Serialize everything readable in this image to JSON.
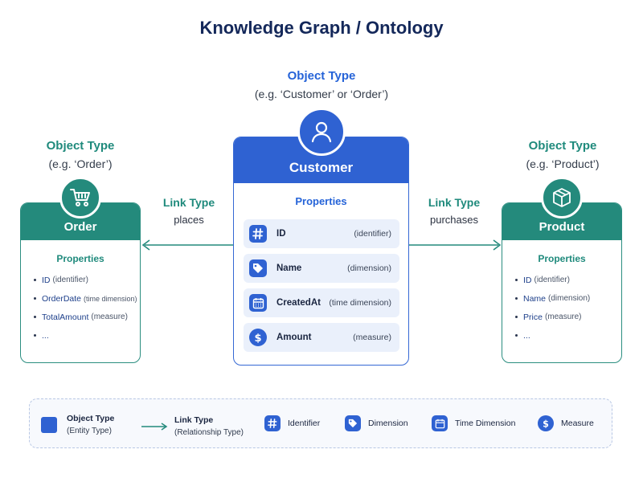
{
  "title": "Knowledge Graph / Ontology",
  "colors": {
    "blue": "#2f62d2",
    "teal": "#248a7c",
    "legend_border": "#b8c7e4"
  },
  "center": {
    "type_label": "Object Type",
    "type_example": "(e.g. ‘Customer’ or ‘Order’)",
    "name": "Customer",
    "icon": "user-icon",
    "properties_title": "Properties",
    "properties": [
      {
        "icon": "hash-icon",
        "name": "ID",
        "kind": "(identifier)"
      },
      {
        "icon": "tag-icon",
        "name": "Name",
        "kind": "(dimension)"
      },
      {
        "icon": "calendar-icon",
        "name": "CreatedAt",
        "kind": "(time dimension)"
      },
      {
        "icon": "dollar-icon",
        "name": "Amount",
        "kind": "(measure)"
      }
    ]
  },
  "left": {
    "type_label": "Object Type",
    "type_example": "(e.g. ‘Order’)",
    "name": "Order",
    "icon": "shopping-cart-icon",
    "properties_title": "Properties",
    "properties": [
      {
        "name": "ID",
        "kind": "(identifier)"
      },
      {
        "name": "OrderDate",
        "kind": "(time dimension)"
      },
      {
        "name": "TotalAmount",
        "kind": "(measure)"
      },
      {
        "name": "...",
        "kind": ""
      }
    ]
  },
  "right": {
    "type_label": "Object Type",
    "type_example": "(e.g. ‘Product’)",
    "name": "Product",
    "icon": "package-icon",
    "properties_title": "Properties",
    "properties": [
      {
        "name": "ID",
        "kind": "(identifier)"
      },
      {
        "name": "Name",
        "kind": "(dimension)"
      },
      {
        "name": "Price",
        "kind": "(measure)"
      },
      {
        "name": "...",
        "kind": ""
      }
    ]
  },
  "links": {
    "left": {
      "label": "Link Type",
      "verb": "places"
    },
    "right": {
      "label": "Link Type",
      "verb": "purchases"
    }
  },
  "legend": {
    "object_type": {
      "label": "Object Type",
      "sub": "(Entity Type)"
    },
    "link_type": {
      "label": "Link Type",
      "sub": "(Relationship Type)"
    },
    "identifier": "Identifier",
    "dimension": "Dimension",
    "time_dimension": "Time Dimension",
    "measure": "Measure"
  }
}
